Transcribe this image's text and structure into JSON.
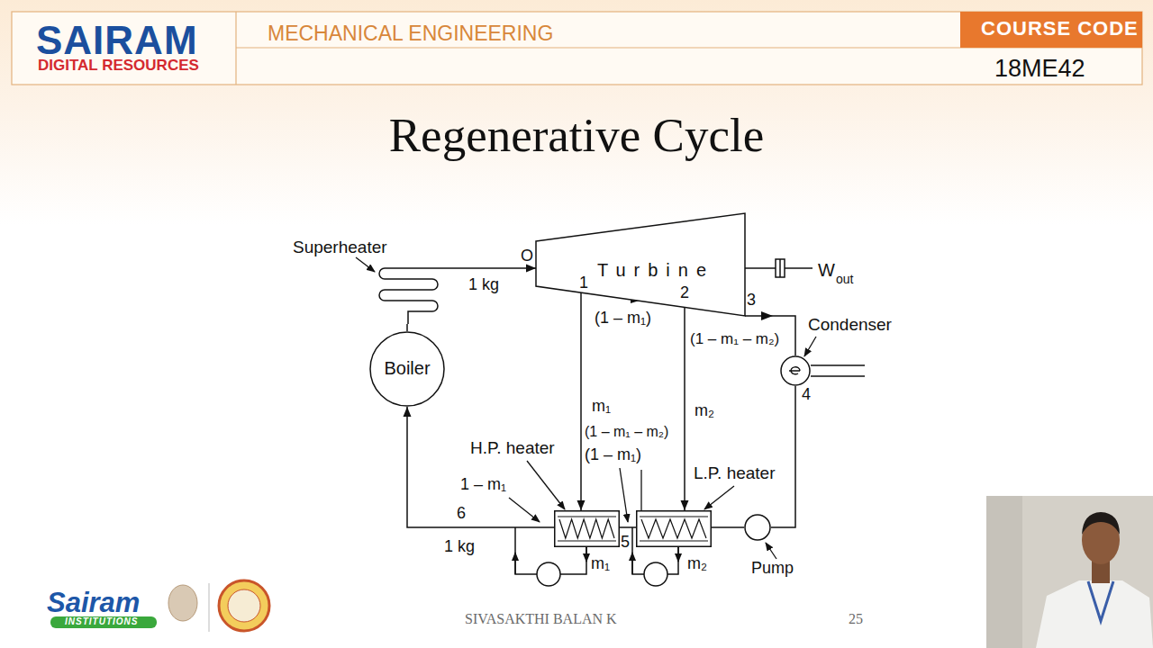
{
  "diagram": {
    "title": "Regenerative Cycle",
    "nodes": [
      {
        "text": [
          "Superheater"
        ]
      },
      {
        "text": [
          "Boiler"
        ]
      },
      {
        "text": [
          "Turbine"
        ]
      },
      {
        "text": [
          "Condenser"
        ]
      },
      {
        "text": [
          "H.P. heater"
        ]
      },
      {
        "text": [
          "L.P. heater"
        ]
      },
      {
        "text": [
          "Pump"
        ]
      }
    ],
    "edges": [
      {
        "from": 0,
        "to": 2,
        "arrow": "to",
        "label": "1 kg"
      },
      {
        "from": 1,
        "to": 0,
        "arrow": "none"
      },
      {
        "from": 2,
        "to": 3,
        "arrow": "none"
      },
      {
        "from": 2,
        "to": 4,
        "arrow": "to",
        "label": "m₁"
      },
      {
        "from": 2,
        "to": 5,
        "arrow": "to",
        "label": "m₂"
      },
      {
        "from": 3,
        "to": 6,
        "arrow": "none"
      },
      {
        "from": 6,
        "to": 5,
        "arrow": "none"
      },
      {
        "from": 5,
        "to": 4,
        "arrow": "none"
      },
      {
        "from": 4,
        "to": 1,
        "arrow": "to"
      }
    ],
    "labels": [
      "SAIRAM",
      "DIGITAL RESOURCES",
      "MECHANICAL ENGINEERING",
      "COURSE CODE",
      "18ME42",
      "O",
      "1",
      "2",
      "3",
      "4",
      "5",
      "6",
      "W",
      "out",
      "(1 – m₁)",
      "(1 – m₁ – m₂)",
      "(1 – m₁ – m₂)",
      "(1 – m₁)",
      "1 – m₁",
      "1 kg",
      "m₁",
      "m₂",
      "Sairam",
      "INSTITUTIONS",
      "SIVASAKTHI BALAN K",
      "25"
    ]
  }
}
